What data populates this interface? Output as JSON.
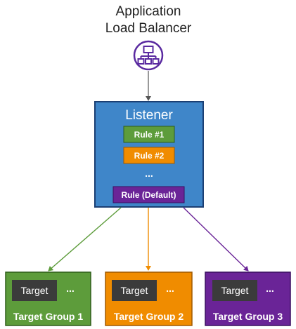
{
  "load_balancer": {
    "title_line1": "Application",
    "title_line2": "Load Balancer",
    "icon": "load-balancer-hierarchy-icon"
  },
  "listener": {
    "title": "Listener",
    "rules": [
      {
        "label": "Rule #1",
        "color": "#5d9c3b"
      },
      {
        "label": "Rule #2",
        "color": "#f08c00"
      }
    ],
    "ellipsis": "...",
    "default_rule": {
      "label": "Rule (Default)",
      "color": "#6a2497"
    }
  },
  "target_groups": [
    {
      "name": "Target Group 1",
      "target_label": "Target",
      "more": "...",
      "color": "#5d9c3b"
    },
    {
      "name": "Target Group 2",
      "target_label": "Target",
      "more": "...",
      "color": "#f08c00"
    },
    {
      "name": "Target Group 3",
      "target_label": "Target",
      "more": "...",
      "color": "#6a2497"
    }
  ],
  "colors": {
    "listener_fill": "#3f86c9",
    "listener_border": "#1b3f73",
    "lb_icon": "#5a2aa0",
    "connector_gray": "#555555"
  }
}
